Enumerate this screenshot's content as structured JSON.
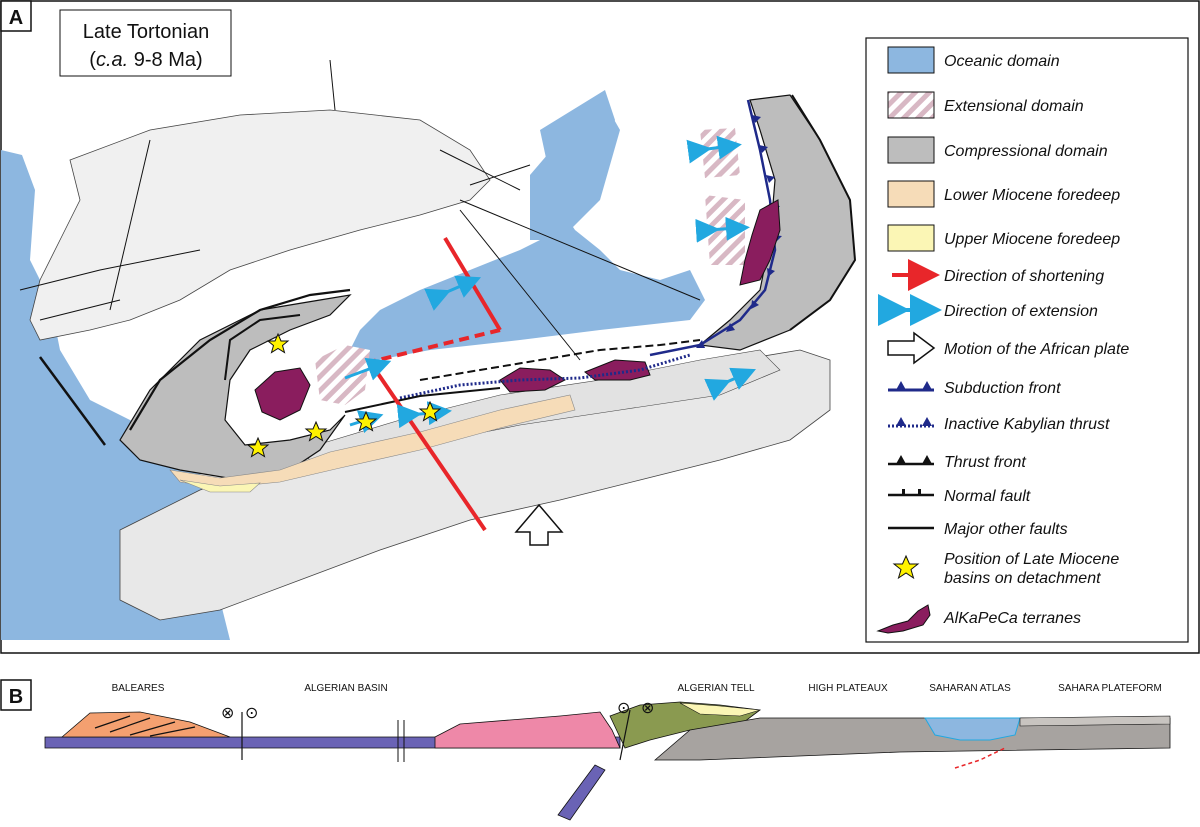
{
  "panel_a": {
    "letter": "A",
    "title_line1": "Late Tortonian",
    "title_prefix": "(",
    "title_italic": "c.a.",
    "title_rest": " 9-8 Ma)"
  },
  "legend": {
    "items": [
      {
        "label": "Oceanic domain",
        "symbol": "swatch-blue"
      },
      {
        "label": "Extensional domain",
        "symbol": "swatch-hatched"
      },
      {
        "label": "Compressional domain",
        "symbol": "swatch-gray"
      },
      {
        "label": "Lower Miocene foredeep",
        "symbol": "swatch-tan"
      },
      {
        "label": "Upper Miocene foredeep",
        "symbol": "swatch-yellow"
      },
      {
        "label": "Direction of shortening",
        "symbol": "red-arrow"
      },
      {
        "label": "Direction of extension",
        "symbol": "blue-double-arrow"
      },
      {
        "label": "Motion of the African plate",
        "symbol": "open-arrow"
      },
      {
        "label": "Subduction front",
        "symbol": "blue-triangle-line"
      },
      {
        "label": "Inactive Kabylian thrust",
        "symbol": "dotted-triangle-line"
      },
      {
        "label": "Thrust front",
        "symbol": "black-triangle-line"
      },
      {
        "label": "Normal fault",
        "symbol": "normal-fault-line"
      },
      {
        "label": "Major other faults",
        "symbol": "plain-line"
      },
      {
        "label": "Position of Late Miocene",
        "label2": "basins on detachment",
        "symbol": "yellow-star"
      },
      {
        "label": "AlKaPeCa terranes",
        "symbol": "purple-blob"
      }
    ]
  },
  "panel_b": {
    "letter": "B",
    "labels": {
      "baleares": "BALEARES",
      "algerian_basin": "ALGERIAN BASIN",
      "algerian_tell": "ALGERIAN TELL",
      "high_plateaux": "HIGH PLATEAUX",
      "saharan_atlas": "SAHARAN ATLAS",
      "sahara_plateform": "SAHARA PLATEFORM"
    },
    "symbols": {
      "into_page": "⊗",
      "out_of_page": "⊙"
    }
  },
  "colors": {
    "oceanic": "#8db7e0",
    "compressional": "#bdbdbd",
    "light_gray": "#e8e8e8",
    "tan": "#f6dcb8",
    "yellow": "#fbf6b5",
    "purple": "#8a1d5e",
    "red": "#e8262a",
    "cyan": "#22a8e0",
    "navy": "#1f2a8a",
    "hatch": "#d8b8c4",
    "baleares_orange": "#f4a070",
    "crust_purple": "#6a63b5",
    "pink": "#ee88a8",
    "gray_section": "#a7a3a0"
  }
}
